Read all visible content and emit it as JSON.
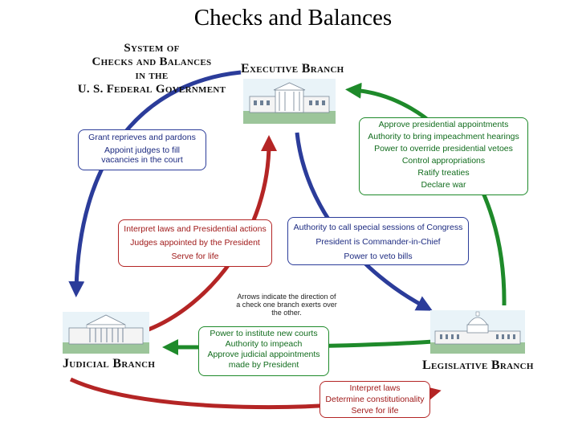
{
  "title": "Checks and Balances",
  "diagram": {
    "system_title": [
      "System of",
      "Checks and Balances",
      "in the",
      "U. S. Federal Government"
    ],
    "branches": {
      "executive": "Executive Branch",
      "judicial": "Judicial Branch",
      "legislative": "Legislative Branch"
    },
    "note": "Arrows indicate the direction of a check one branch exerts over the other.",
    "boxes": {
      "exec_over_judicial": [
        "Grant reprieves and pardons",
        "Appoint judges to fill vacancies in the court"
      ],
      "leg_over_exec": [
        "Approve presidential appointments",
        "Authority to bring impeachment hearings",
        "Power to override presidential vetoes",
        "Control appropriations",
        "Ratify treaties",
        "Declare war"
      ],
      "judicial_over_exec": [
        "Interpret laws and Presidential actions",
        "Judges appointed by the President",
        "Serve for life"
      ],
      "exec_over_leg": [
        "Authority to call special sessions of Congress",
        "President is Commander-in-Chief",
        "Power to veto bills"
      ],
      "leg_over_judicial": [
        "Power to institute new courts",
        "Authority to impeach",
        "Approve judicial appointments made by President"
      ],
      "judicial_over_leg": [
        "Interpret laws",
        "Determine constitutionality",
        "Serve for life"
      ]
    },
    "colors": {
      "executive": "#2b3c9a",
      "judicial": "#b42525",
      "legislative": "#1e8a2a"
    }
  }
}
